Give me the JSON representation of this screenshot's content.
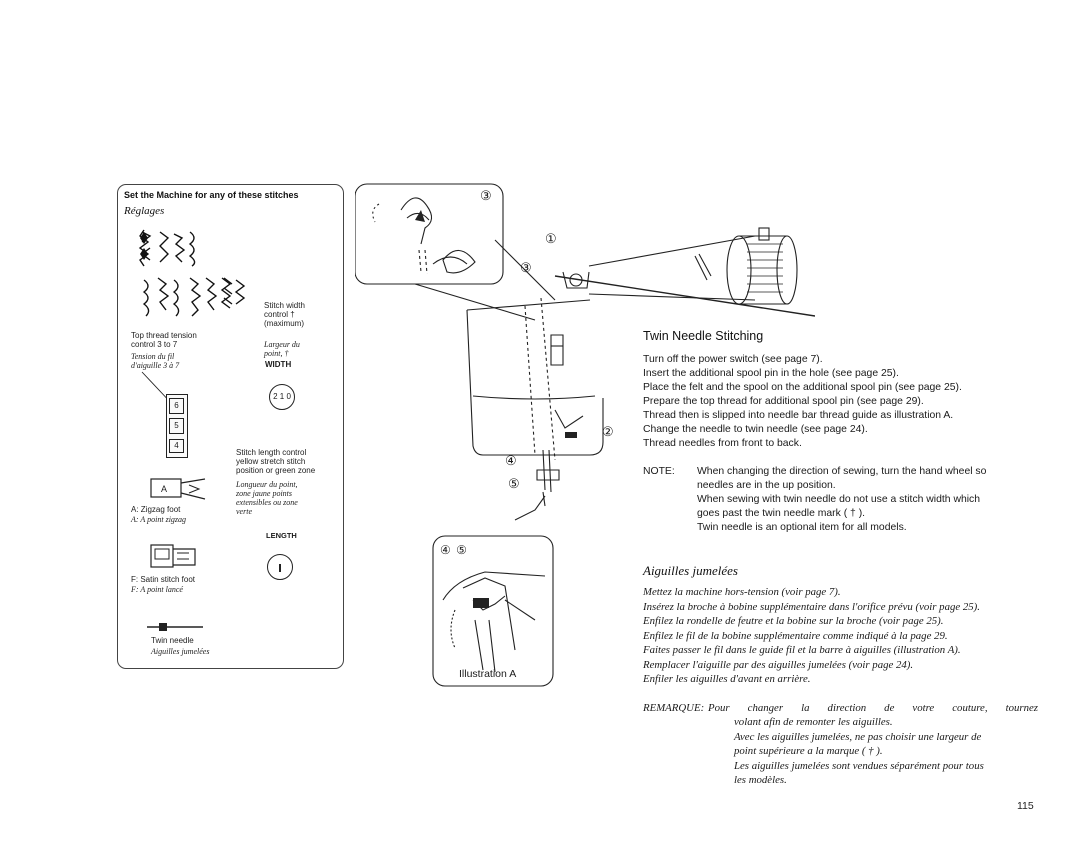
{
  "settings_box": {
    "title": "Set the Machine for any of these stitches",
    "title_fr": "Réglages",
    "top_tension_en": [
      "Top thread tension",
      "control 3 to 7"
    ],
    "top_tension_fr": [
      "Tension du fil",
      "d'aiguille 3 à 7"
    ],
    "stitch_width_en": [
      "Stitch width",
      "control †",
      "(maximum)"
    ],
    "stitch_width_fr": [
      "Largeur du",
      "point, †"
    ],
    "width_label": "WIDTH",
    "width_dial": "2 1 0",
    "tension_dial_numbers": [
      "6",
      "5",
      "4"
    ],
    "stitch_length_en": [
      "Stitch length control",
      "yellow stretch stitch",
      "position or green zone"
    ],
    "stitch_length_fr": [
      "Longueur du point,",
      "zone jaune points",
      "extensibles ou zone",
      "verte"
    ],
    "length_label": "LENGTH",
    "zigzag_foot_en": "A: Zigzag foot",
    "zigzag_foot_fr": "A: A point zigzag",
    "zigzag_foot_mark": "A",
    "satin_foot_en": "F: Satin stitch foot",
    "satin_foot_fr": "F: A point lancé",
    "twin_needle_en": "Twin needle",
    "twin_needle_fr": "Aiguilles jumelées"
  },
  "illustration": {
    "callout_top": "③",
    "callout_1": "①",
    "callout_3": "③",
    "callout_2": "②",
    "callout_4": "④",
    "callout_5": "⑤",
    "detail_label": "④ ⑤",
    "illustration_a_label": "Illustration A"
  },
  "english": {
    "title": "Twin Needle Stitching",
    "lines": [
      "Turn off the power switch (see page 7).",
      "Insert the additional spool pin in the hole (see page 25).",
      "Place the felt and the spool on the additional spool pin (see page 25).",
      "Prepare the top thread for additional spool pin (see page 29).",
      "Thread then is slipped into needle bar thread guide as illustration A.",
      "Change the needle to twin needle (see page 24).",
      "Thread needles from front to back."
    ],
    "note_label": "NOTE:",
    "note_lines": [
      "When changing the direction of sewing, turn the hand wheel so",
      "needles are in the up position.",
      "When sewing with twin needle do not use a stitch width which",
      "goes past the twin needle mark ( † ).",
      "Twin needle is an optional item for all models."
    ]
  },
  "french": {
    "title": "Aiguilles jumelées",
    "lines": [
      "Mettez la machine hors-tension (voir page 7).",
      "Insérez la broche à bobine supplémentaire dans l'orifice prévu (voir page 25).",
      "Enfilez la rondelle de feutre et la bobine sur la broche (voir page 25).",
      "Enfilez le fil de la bobine supplémentaire comme indiqué à la page 29.",
      "Faites passer le fil dans le guide fil et la barre à aiguilles (illustration A).",
      "Remplacer l'aiguille par des aiguilles jumelées (voir page 24).",
      "Enfiler les aiguilles d'avant en arrière."
    ],
    "remarque_label": "REMARQUE:",
    "remarque_lines": [
      "Pour changer la direction de votre couture, tournez",
      "volant afin de remonter les aiguilles.",
      "Avec les aiguilles jumelées, ne pas choisir une largeur de",
      "point supérieure a la marque ( † ).",
      "Les aiguilles jumelées sont vendues séparément pour tous",
      "les modèles."
    ]
  },
  "page_number": "115"
}
